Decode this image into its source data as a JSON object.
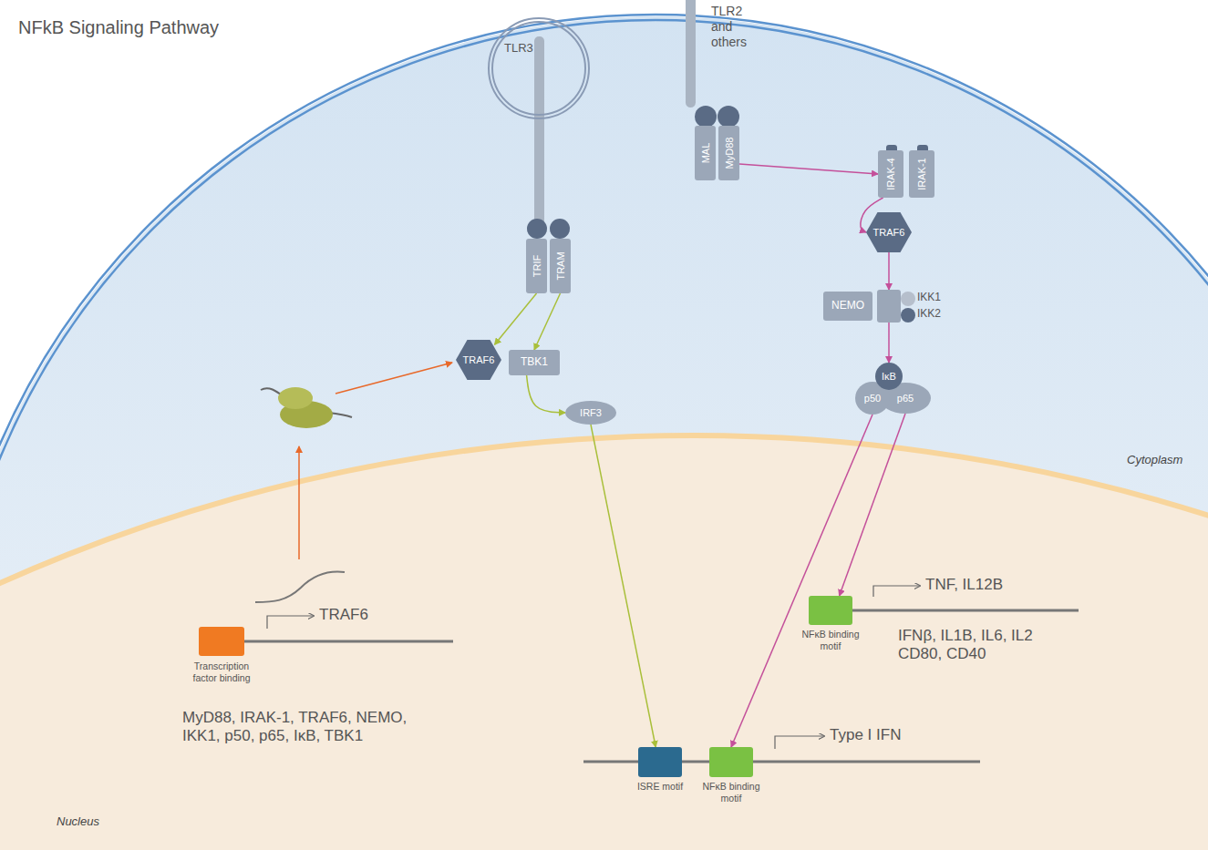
{
  "diagram": {
    "title": "NFkB Signaling Pathway",
    "nodes": [
      {
        "text": [
          "TLR2 and others"
        ]
      },
      {
        "text": [
          "TLR3"
        ]
      },
      {
        "text": [
          "MAL"
        ]
      },
      {
        "text": [
          "MyD88"
        ]
      },
      {
        "text": [
          "IRAK-4"
        ]
      },
      {
        "text": [
          "IRAK-1"
        ]
      },
      {
        "text": [
          "TRIF"
        ]
      },
      {
        "text": [
          "TRAM"
        ]
      },
      {
        "text": [
          "TRAF6"
        ]
      },
      {
        "text": [
          "NEMO"
        ]
      },
      {
        "text": [
          "IKK1",
          "IKK2"
        ]
      },
      {
        "text": [
          "TRAF6"
        ]
      },
      {
        "text": [
          "TBK1"
        ]
      },
      {
        "text": [
          "IκB"
        ]
      },
      {
        "text": [
          "p50"
        ]
      },
      {
        "text": [
          "p65"
        ]
      },
      {
        "text": [
          "IRF3"
        ]
      },
      {
        "text": [
          "Transcription factor binding"
        ]
      },
      {
        "text": [
          "NFκB binding motif"
        ]
      },
      {
        "text": [
          "ISRE motif"
        ]
      },
      {
        "text": [
          "NFκB binding motif"
        ]
      }
    ],
    "edges": [
      {
        "from": 3,
        "to": 4,
        "arrow": "to"
      },
      {
        "from": 4,
        "to": 8,
        "arrow": "to"
      },
      {
        "from": 8,
        "to": 10,
        "arrow": "to"
      },
      {
        "from": 10,
        "to": 13,
        "arrow": "to"
      },
      {
        "from": 15,
        "to": 18,
        "arrow": "to"
      },
      {
        "from": 14,
        "to": 20,
        "arrow": "to"
      },
      {
        "from": 6,
        "to": 11,
        "arrow": "to"
      },
      {
        "from": 7,
        "to": 12,
        "arrow": "to"
      },
      {
        "from": 12,
        "to": 16,
        "arrow": "to"
      },
      {
        "from": 16,
        "to": 19,
        "arrow": "to"
      }
    ],
    "labels": [
      "Cytoplasm",
      "TRAF6",
      "MyD88, IRAK-1, TRAF6, NEMO, IKK1, p50, p65, IκB, TBK1",
      "TNF, IL12B",
      "IFNβ, IL1B, IL6, IL2 CD80, CD40",
      "Type I IFN",
      "Nucleus"
    ]
  }
}
